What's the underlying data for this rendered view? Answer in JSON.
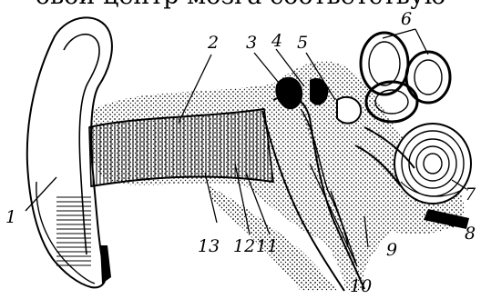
{
  "top_text": "овой центр мозга соответствую",
  "labels": {
    "n1": "1",
    "n2": "2",
    "n3": "3",
    "n4": "4",
    "n5": "5",
    "n6": "6",
    "n7": "7",
    "n8": "8",
    "n9": "9",
    "n10": "10",
    "n11": "11",
    "n12": "12",
    "n13": "13"
  }
}
